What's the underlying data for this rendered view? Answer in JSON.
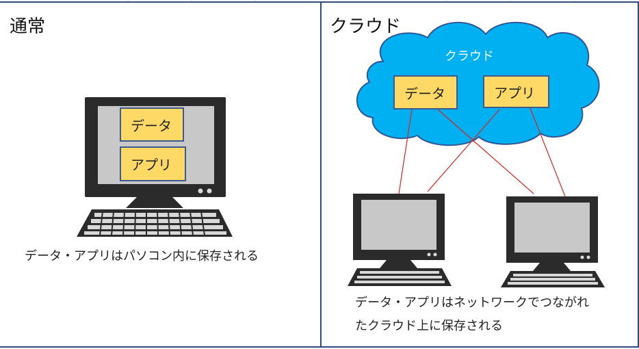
{
  "left": {
    "title": "通常",
    "box_data": "データ",
    "box_app": "アプリ",
    "caption": "データ・アプリはパソコン内に保存される"
  },
  "right": {
    "title": "クラウド",
    "cloud_label": "クラウド",
    "box_data": "データ",
    "box_app": "アプリ",
    "caption_line1": "データ・アプリはネットワークでつながれ",
    "caption_line2": "たクラウド上に保存される"
  },
  "colors": {
    "cloud_fill": "#00b0f0",
    "box_fill": "#ffd966",
    "connector": "#e02020",
    "computer_body": "#2b2b2b",
    "screen": "#c8c8c8"
  },
  "icons": [
    "computer-icon",
    "cloud-icon",
    "keyboard-icon"
  ]
}
